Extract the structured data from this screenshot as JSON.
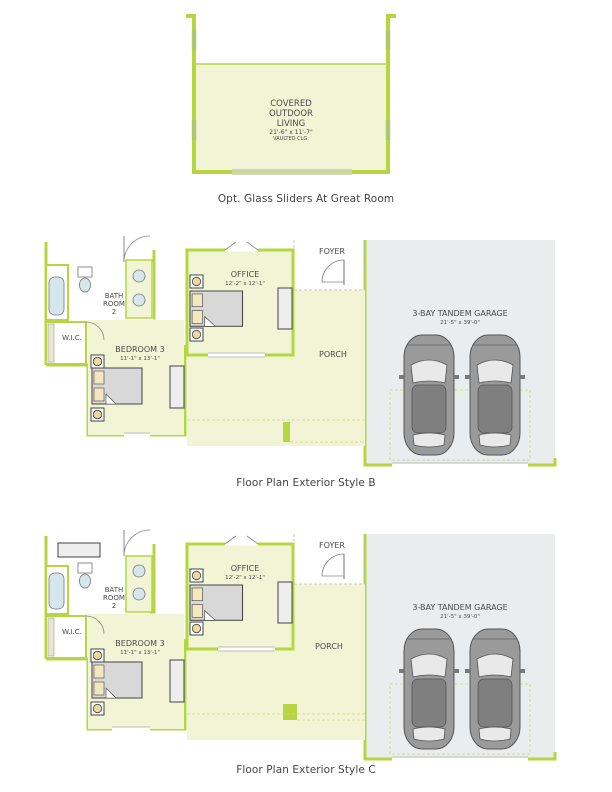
{
  "colors": {
    "wall": "#b5d640",
    "room_fill": "#f1f5d6",
    "garage_fill": "#ebeced",
    "line": "#8a8a8a",
    "text": "#4a4a4a"
  },
  "top_section": {
    "room_label_1": "COVERED",
    "room_label_2": "OUTDOOR",
    "room_label_3": "LIVING",
    "room_dims": "21'-6\" x 11'-7\"",
    "room_note": "VAULTED CLG.",
    "caption": "Opt. Glass Sliders At Great Room"
  },
  "plans": [
    {
      "caption": "Floor Plan Exterior Style B",
      "labels": {
        "foyer": "FOYER",
        "office": "OFFICE",
        "office_dims": "12'-2\" x 12'-1\"",
        "bath_1": "BATH",
        "bath_2": "ROOM",
        "bath_3": "2",
        "wic": "W.I.C.",
        "bedroom": "BEDROOM 3",
        "bedroom_dims": "11'-1\" x 13'-1\"",
        "porch": "PORCH",
        "garage": "3-BAY TANDEM GARAGE",
        "garage_dims": "21'-5\" x 39'-0\""
      }
    },
    {
      "caption": "Floor Plan Exterior Style C",
      "labels": {
        "foyer": "FOYER",
        "office": "OFFICE",
        "office_dims": "12'-2\" x 12'-1\"",
        "bath_1": "BATH",
        "bath_2": "ROOM",
        "bath_3": "2",
        "wic": "W.I.C.",
        "bedroom": "BEDROOM 3",
        "bedroom_dims": "11'-1\" x 13'-1\"",
        "porch": "PORCH",
        "garage": "3-BAY TANDEM GARAGE",
        "garage_dims": "21'-5\" x 39'-0\""
      }
    }
  ]
}
